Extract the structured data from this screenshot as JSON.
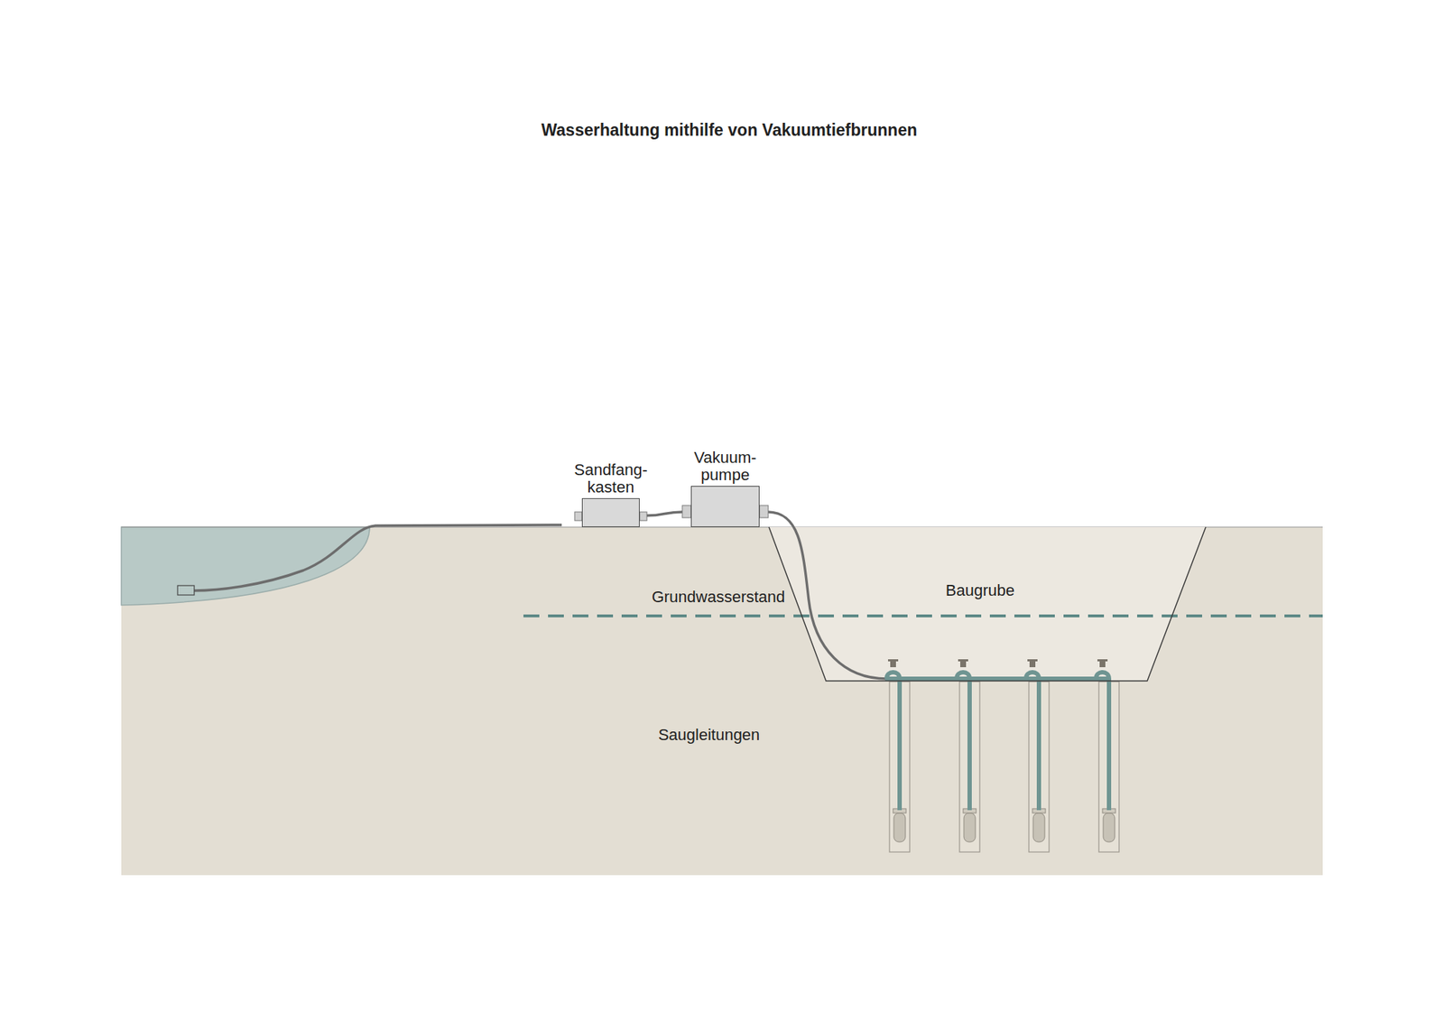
{
  "diagram": {
    "title": "Wasserhaltung mithilfe von Vakuumtiefbrunnen",
    "nodes": [
      {
        "text": [
          "Sandfang- kasten"
        ]
      },
      {
        "text": [
          "Vakuum- pumpe"
        ]
      },
      {
        "text": [
          "Baugrube"
        ]
      }
    ],
    "edges": [
      {
        "from": 0,
        "to": 1,
        "arrow": "none"
      }
    ],
    "labels": [
      "Grundwasserstand",
      "Saugleitungen"
    ]
  }
}
